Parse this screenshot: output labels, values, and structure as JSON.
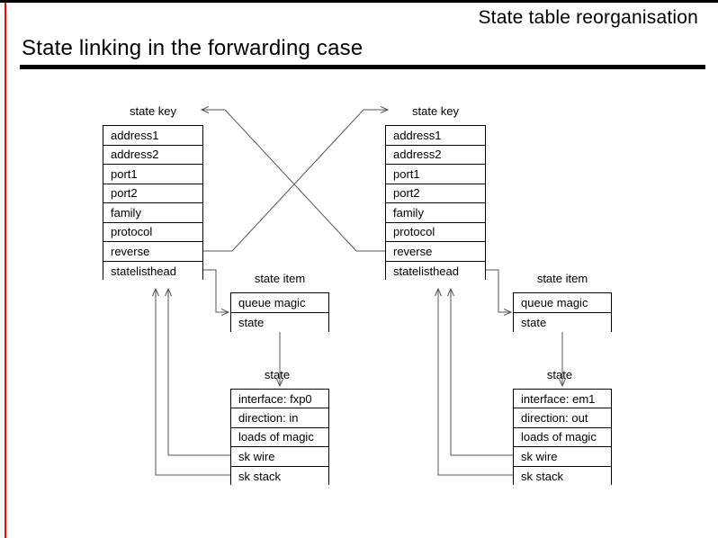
{
  "deck": {
    "running_title": "State table reorganisation",
    "slide_title": "State linking in the forwarding case"
  },
  "colors": {
    "accent_rule": "#ff0000",
    "frame_rule": "#000000",
    "wire": "#555555",
    "box_border": "#000000",
    "background": "#ffffff"
  },
  "diagram": {
    "left": {
      "state_key": {
        "caption": "state key",
        "rows": [
          "address1",
          "address2",
          "port1",
          "port2",
          "family",
          "protocol",
          "reverse",
          "statelisthead"
        ]
      },
      "state_item": {
        "caption": "state item",
        "rows": [
          "queue magic",
          "state"
        ]
      },
      "state": {
        "caption": "state",
        "rows": [
          "interface: fxp0",
          "direction: in",
          "loads of magic",
          "sk wire",
          "sk stack"
        ]
      }
    },
    "right": {
      "state_key": {
        "caption": "state key",
        "rows": [
          "address1",
          "address2",
          "port1",
          "port2",
          "family",
          "protocol",
          "reverse",
          "statelisthead"
        ]
      },
      "state_item": {
        "caption": "state item",
        "rows": [
          "queue magic",
          "state"
        ]
      },
      "state": {
        "caption": "state",
        "rows": [
          "interface: em1",
          "direction: out",
          "loads of magic",
          "sk wire",
          "sk stack"
        ]
      }
    }
  }
}
